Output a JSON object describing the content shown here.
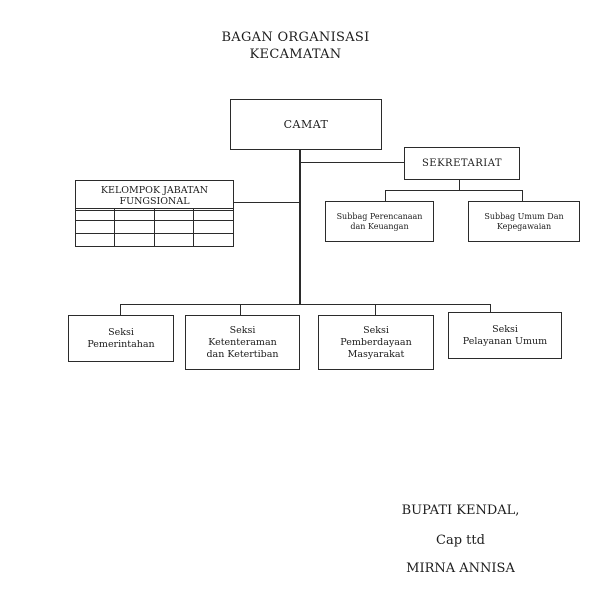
{
  "title": {
    "line1": "BAGAN ORGANISASI",
    "line2": "KECAMATAN"
  },
  "org": {
    "camat": {
      "label": "CAMAT"
    },
    "sekretariat": {
      "label": "SEKRETARIAT"
    },
    "kelompok_jabatan_fungsional": {
      "line1": "KELOMPOK JABATAN",
      "line2": "FUNGSIONAL"
    },
    "subbag_perencanaan_keuangan": {
      "line1": "Subbag Perencanaan",
      "line2": "dan Keuangan"
    },
    "subbag_umum_kepegawaian": {
      "line1": "Subbag Umum Dan",
      "line2": "Kepegawaian"
    },
    "seksi_pemerintahan": {
      "line1": "Seksi",
      "line2": "Pemerintahan"
    },
    "seksi_ketenteraman_ketertiban": {
      "line1": "Seksi",
      "line2": "Ketenteraman",
      "line3": "dan Ketertiban"
    },
    "seksi_pemberdayaan_masyarakat": {
      "line1": "Seksi",
      "line2": "Pemberdayaan",
      "line3": "Masyarakat"
    },
    "seksi_pelayanan_umum": {
      "line1": "Seksi",
      "line2": "Pelayanan Umum"
    }
  },
  "signature": {
    "line1": "BUPATI KENDAL,",
    "line2": "Cap ttd",
    "line3": "MIRNA ANNISA"
  }
}
